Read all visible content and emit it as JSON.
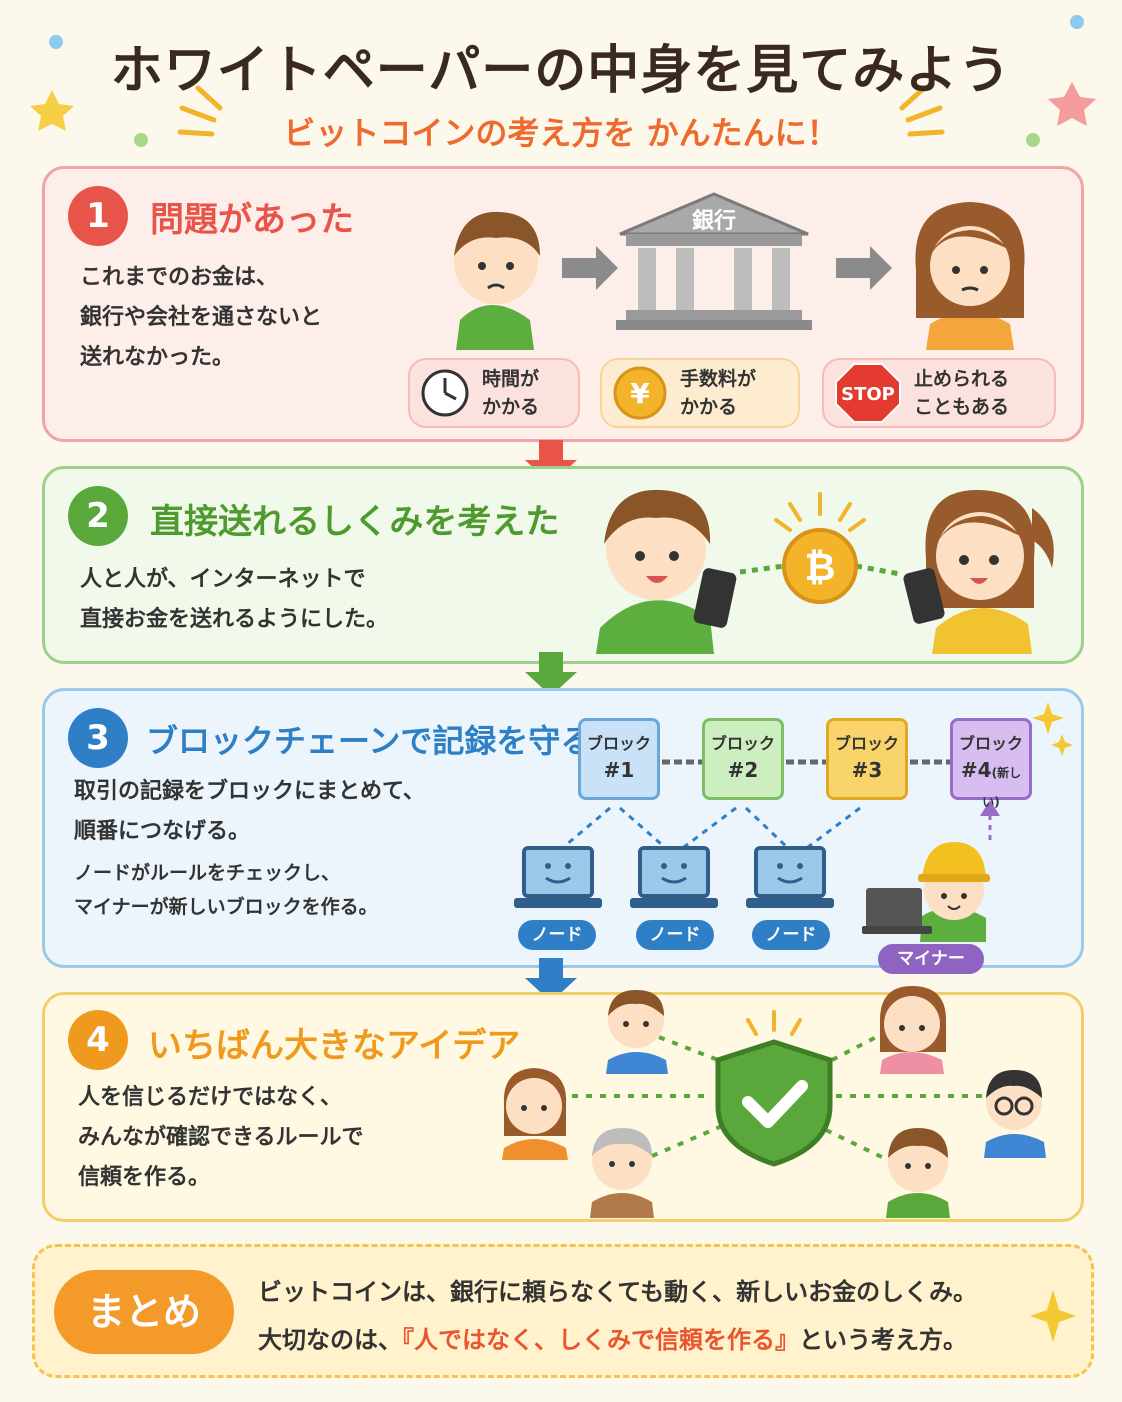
{
  "title": "ホワイトペーパーの中身を見てみよう",
  "subtitle": "ビットコインの考え方を かんたんに！",
  "sections": [
    {
      "number": "1",
      "heading": "問題があった",
      "lines": [
        "これまでのお金は、",
        "銀行や会社を通さないと",
        "送れなかった。"
      ],
      "bank_label": "銀行",
      "issues": [
        {
          "line1": "時間が",
          "line2": "かかる"
        },
        {
          "line1": "手数料が",
          "line2": "かかる"
        },
        {
          "line1": "止められる",
          "line2": "こともある"
        }
      ],
      "yen_symbol": "¥",
      "stop_label": "STOP"
    },
    {
      "number": "2",
      "heading": "直接送れるしくみを考えた",
      "lines": [
        "人と人が、インターネットで",
        "直接お金を送れるようにした。"
      ],
      "coin_symbol": "₿"
    },
    {
      "number": "3",
      "heading": "ブロックチェーンで記録を守る",
      "lines": [
        "取引の記録をブロックにまとめて、",
        "順番につなげる。"
      ],
      "lines_small": [
        "ノードがルールをチェックし、",
        "マイナーが新しいブロックを作る。"
      ],
      "blocks": [
        {
          "label": "ブロック",
          "id": "#1"
        },
        {
          "label": "ブロック",
          "id": "#2"
        },
        {
          "label": "ブロック",
          "id": "#3"
        },
        {
          "label": "ブロック",
          "id": "#4",
          "note": "(新しい)"
        }
      ],
      "node_label": "ノード",
      "miner_label": "マイナー"
    },
    {
      "number": "4",
      "heading": "いちばん大きなアイデア",
      "lines": [
        "人を信じるだけではなく、",
        "みんなが確認できるルールで",
        "信頼を作る。"
      ]
    }
  ],
  "summary": {
    "badge": "まとめ",
    "line1": "ビットコインは、銀行に頼らなくても動く、新しいお金のしくみ。",
    "line2_pre": "大切なのは、",
    "line2_emph": "『人ではなく、しくみで信頼を作る』",
    "line2_post": "という考え方。"
  },
  "colors": {
    "red": "#e9544a",
    "green": "#5aa83b",
    "blue": "#2f7fc6",
    "orange": "#ef9a1e",
    "title": "#3a2a1e",
    "accent": "#ef6a2e"
  }
}
